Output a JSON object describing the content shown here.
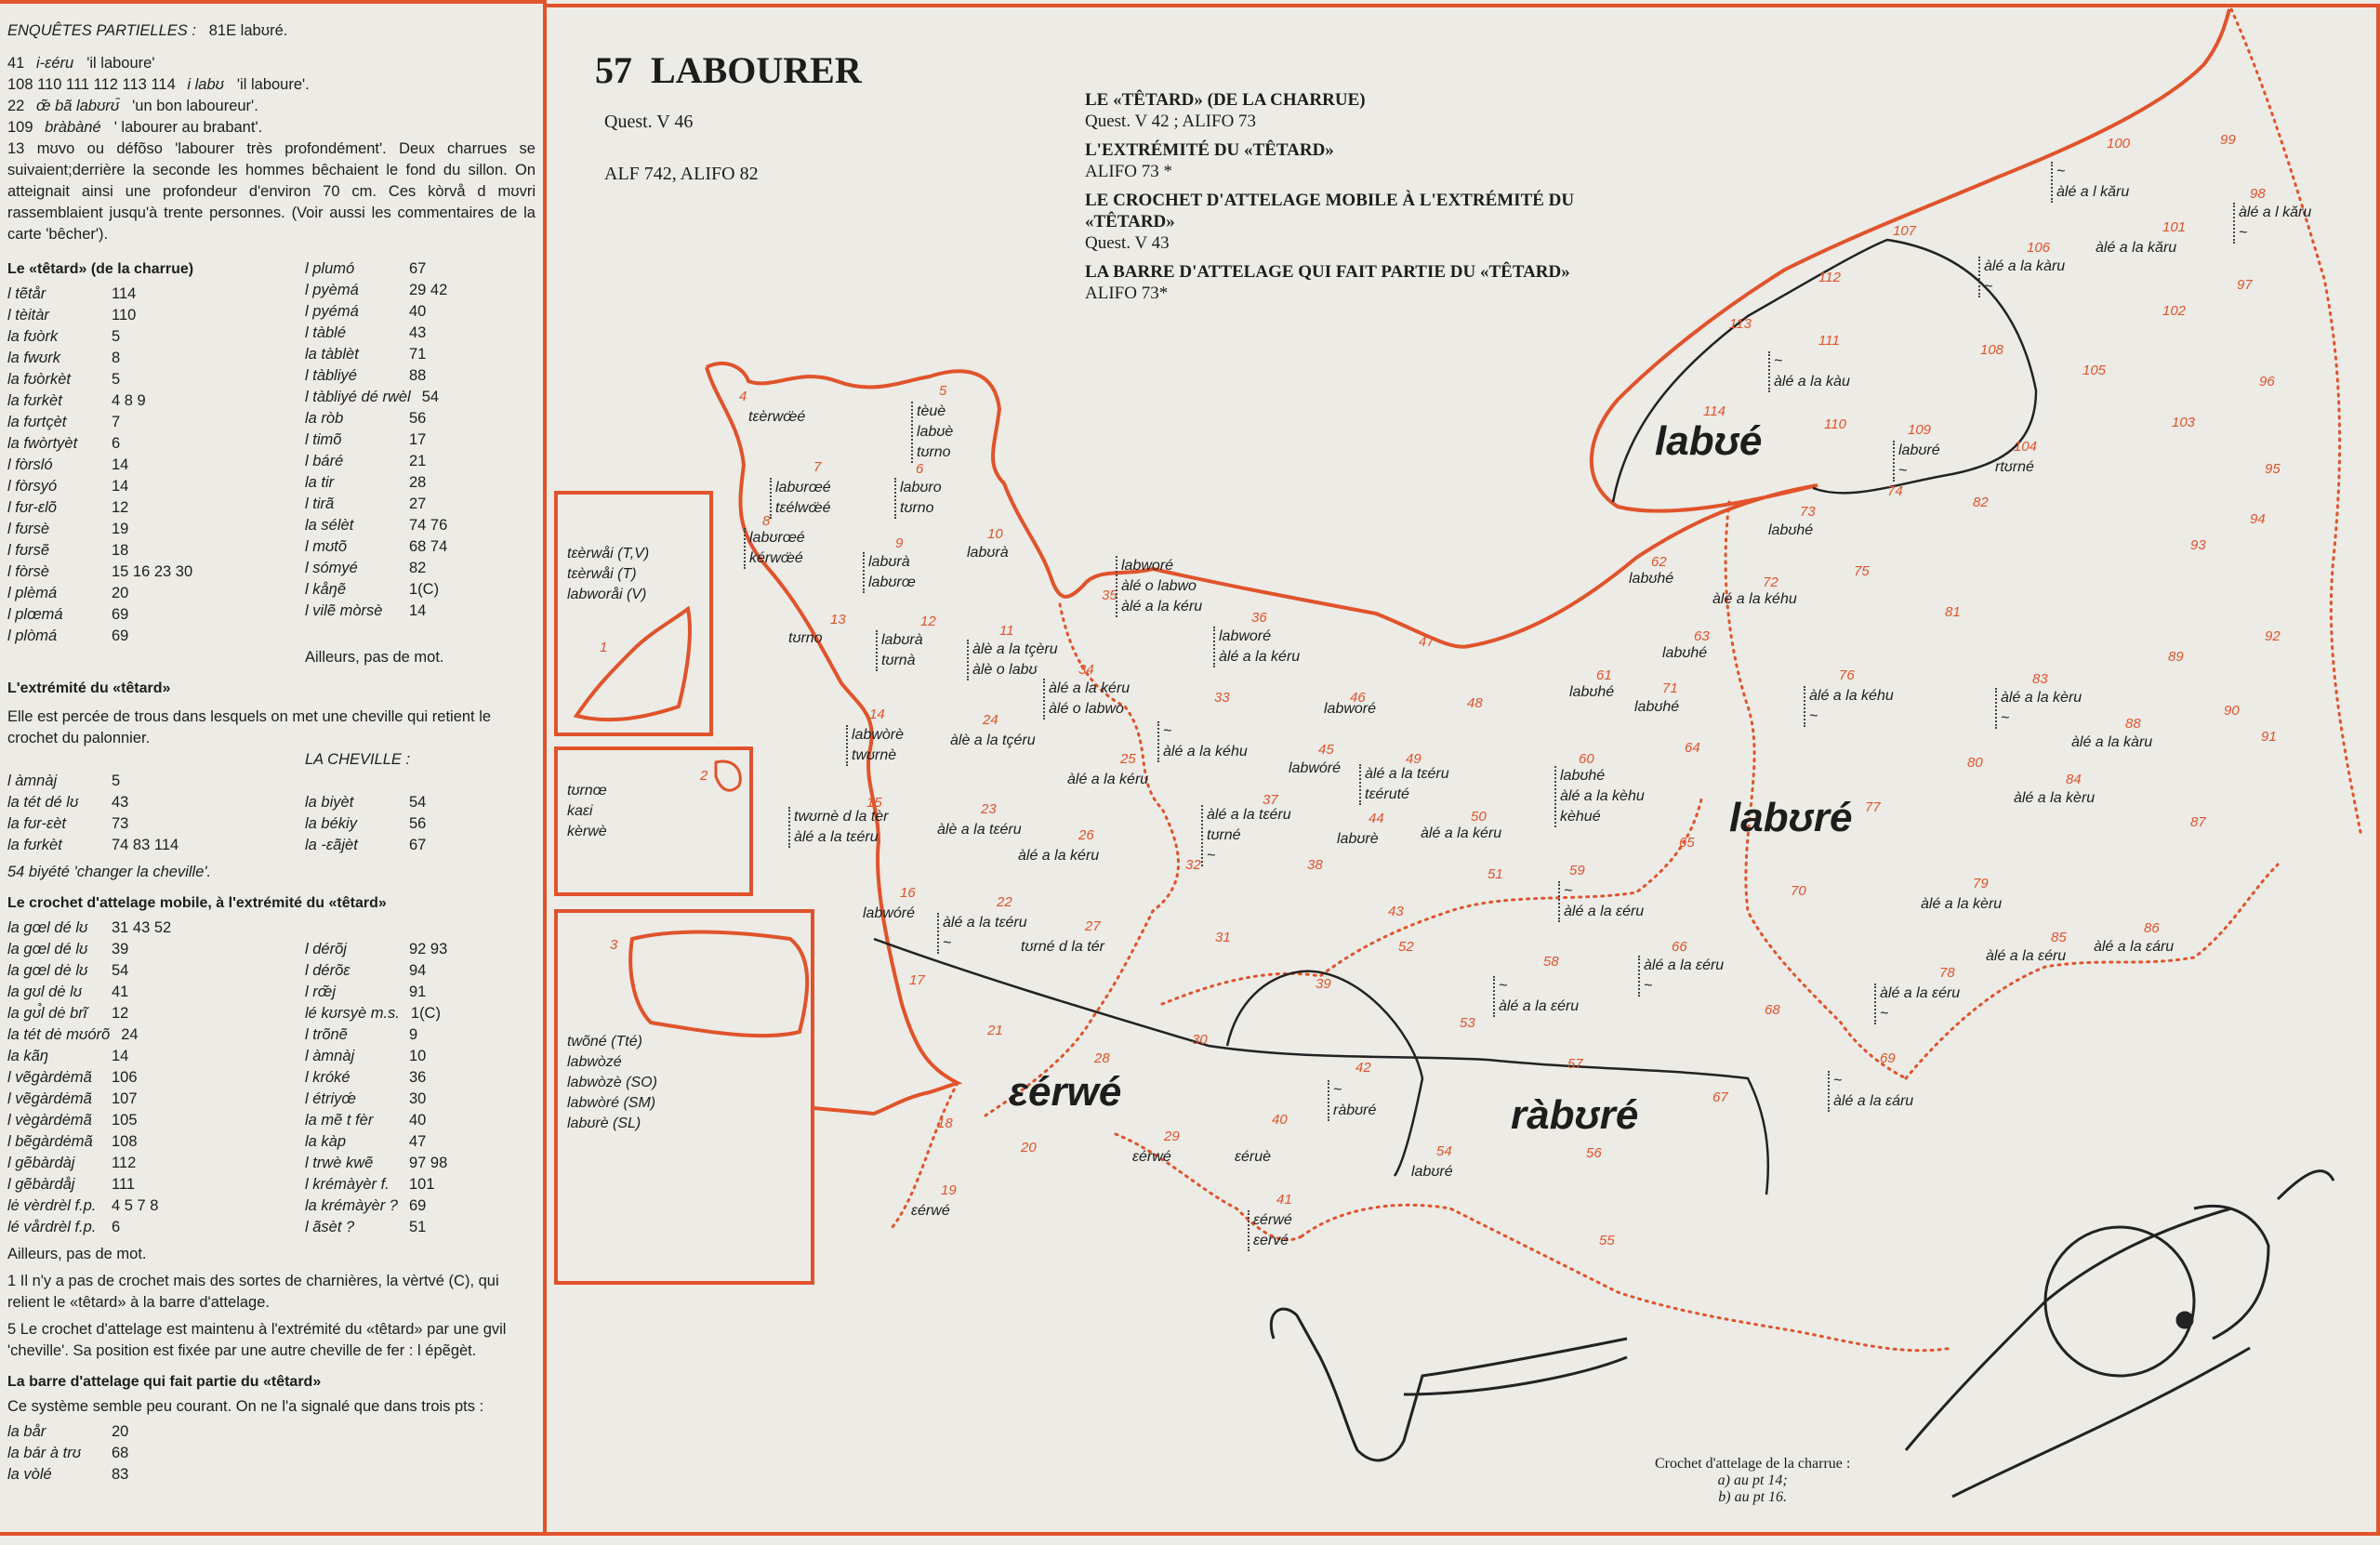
{
  "left": {
    "partial_label": "ENQUÊTES PARTIELLES :",
    "partial_value": "81E labʊré.",
    "notes": [
      {
        "n": "41",
        "form": "i-ɛéru",
        "gloss": "'il laboure'"
      },
      {
        "n": "108 110 111 112 113 114",
        "form": "i labʊ",
        "gloss": "'il laboure'."
      },
      {
        "n": "22",
        "form": "œ̃ bã labʊrʊ̄",
        "gloss": "'un bon laboureur'."
      },
      {
        "n": "109",
        "form": "bràbàné",
        "gloss": "' labourer au brabant'."
      }
    ],
    "para13": "13 mʊvo ou défõso 'labourer très profondément'. Deux charrues se suivaient;derrière la seconde les hommes bêchaient le fond du sillon. On atteignait ainsi une profondeur d'environ 70 cm. Ces kòrvå d mʊvri rassemblaient jusqu'à trente personnes. (Voir aussi les commentaires de la carte 'bêcher').",
    "tetard_heading": "Le «têtard» (de la charrue)",
    "tetard_left": [
      [
        "l tẽtår",
        "114"
      ],
      [
        "l tèitàr",
        "110"
      ],
      [
        "la fʊòrk",
        "5"
      ],
      [
        "la fwʊrk",
        "8"
      ],
      [
        "la fʊòrkèt",
        "5"
      ],
      [
        "la fʊrkèt",
        "4 8 9"
      ],
      [
        "la fʊrtçèt",
        "7"
      ],
      [
        "la fwòrtyèt",
        "6"
      ],
      [
        "l fòrsló",
        "14"
      ],
      [
        "l fòrsyó",
        "14"
      ],
      [
        "l fʊr-ɛlõ",
        "12"
      ],
      [
        "l fʊrsè",
        "19"
      ],
      [
        "l fʊrsẽ",
        "18"
      ],
      [
        "l fòrsè",
        "15 16 23 30"
      ],
      [
        "l plèmá",
        "20"
      ],
      [
        "l plœmá",
        "69"
      ],
      [
        "l plòmá",
        "69"
      ]
    ],
    "tetard_right": [
      [
        "l plumó",
        "67"
      ],
      [
        "l pyèmá",
        "29 42"
      ],
      [
        "l pyémá",
        "40"
      ],
      [
        "l tàblé",
        "43"
      ],
      [
        "la tàblèt",
        "71"
      ],
      [
        "l tàbliyé",
        "88"
      ],
      [
        "l tàbliyé dé rwèl",
        "54"
      ],
      [
        "la ròb",
        "56"
      ],
      [
        "l timõ",
        "17"
      ],
      [
        "l báré",
        "21"
      ],
      [
        "la tir",
        "28"
      ],
      [
        "l tirã",
        "27"
      ],
      [
        "la sélèt",
        "74 76"
      ],
      [
        "l mʊtõ",
        "68 74"
      ],
      [
        "l sómyé",
        "82"
      ],
      [
        "l kåŋẽ",
        "1(C)"
      ],
      [
        "l vilẽ mòrsè",
        "14"
      ]
    ],
    "tetard_else": "Ailleurs, pas de mot.",
    "extremite_heading": "L'extrémité du «têtard»",
    "extremite_text": "Elle est percée de trous dans lesquels on met une cheville qui retient le crochet du palonnier.",
    "cheville_heading": "LA CHEVILLE :",
    "extremite_left": [
      [
        "l àmnàj",
        "5"
      ],
      [
        "la tét dé lʊ",
        "43"
      ],
      [
        "la fʊr-ɛèt",
        "73"
      ],
      [
        "la fʊrkèt",
        "74 83 114"
      ]
    ],
    "cheville_right": [
      [
        "",
        ""
      ],
      [
        "la biyèt",
        "54"
      ],
      [
        "la békiy",
        "56"
      ],
      [
        "la -ɛãjèt",
        "67"
      ]
    ],
    "note54": "54   biyété 'changer la cheville'.",
    "crochet_heading": "Le crochet d'attelage mobile, à l'extrémité du «têtard»",
    "crochet_left": [
      [
        "la gœl dé lʊ",
        "31 43 52"
      ],
      [
        "la gœl dé lʊ",
        "39"
      ],
      [
        "la gœl dė lʊ",
        "54"
      ],
      [
        "la gʊl dė lʊ",
        "41"
      ],
      [
        "la gʊ̊l dė brĩ",
        "12"
      ],
      [
        "la tét dė mʊórõ",
        "24"
      ],
      [
        "la kãŋ",
        "14"
      ],
      [
        "l vẽgàrdėmã",
        "106"
      ],
      [
        "l vẽgàrdėmã",
        "107"
      ],
      [
        "l vègàrdėmã",
        "105"
      ],
      [
        "l bẽgàrdėmã",
        "108"
      ],
      [
        "l gẽbàrdàj",
        "112"
      ],
      [
        "l gẽbàrdåj",
        "111"
      ],
      [
        "lė vèrdrèl f.p.",
        "4 5 7 8"
      ],
      [
        "lé vårdrèl f.p.",
        "6"
      ]
    ],
    "crochet_right": [
      [
        "",
        ""
      ],
      [
        "l dérõj",
        "92 93"
      ],
      [
        "l dérõɛ",
        "94"
      ],
      [
        "l rœ̃j",
        "91"
      ],
      [
        "lé kʊrsyè m.s.",
        "1(C)"
      ],
      [
        "l trõnẽ",
        "9"
      ],
      [
        "l àmnàj",
        "10"
      ],
      [
        "l króké",
        "36"
      ],
      [
        "l étriyœ́",
        "30"
      ],
      [
        "la mẽ t fèr",
        "40"
      ],
      [
        "la kàp",
        "47"
      ],
      [
        "l trwè kwẽ",
        "97 98"
      ],
      [
        "l krémàyèr f.",
        "101"
      ],
      [
        "la krémàyèr ?",
        "69"
      ],
      [
        "l ãsèt ?",
        "51"
      ]
    ],
    "crochet_else": "Ailleurs, pas de mot.",
    "note1": "1 Il n'y a pas de crochet mais des sortes de charnières, la vèrtvé (C), qui relient le «têtard» à la barre d'attelage.",
    "note5": "5 Le crochet d'attelage est maintenu à l'extrémité du «têtard» par une gvil 'cheville'. Sa position est fixée par une autre cheville de fer : l épẽgèt.",
    "barre_heading": "La barre d'attelage qui fait partie du «têtard»",
    "barre_text": "Ce système semble peu courant. On ne l'a signalé que dans trois pts :",
    "barre_list": [
      [
        "la bår",
        "20"
      ],
      [
        "la bár à trʊ",
        "68"
      ],
      [
        "la vòlé",
        "83"
      ]
    ]
  },
  "map": {
    "number": "57",
    "title": "LABOURER",
    "quest": "Quest. V 46",
    "refs": "ALF 742, ALIFO 82",
    "headers": [
      {
        "title": "LE «TÊTARD» (DE LA CHARRUE)",
        "ref": "Quest. V 42 ; ALIFO 73"
      },
      {
        "title": "L'EXTRÉMITÉ DU «TÊTARD»",
        "ref": "ALIFO 73 *"
      },
      {
        "title": "LE CROCHET D'ATTELAGE MOBILE À L'EXTRÉMITÉ DU «TÊTARD»",
        "ref": "Quest. V 43"
      },
      {
        "title": "LA BARRE D'ATTELAGE QUI FAIT PARTIE DU «TÊTARD»",
        "ref": "ALIFO 73*"
      }
    ],
    "areas": [
      "labʊé",
      "labʊré",
      "ɛérwé",
      "ràbʊré"
    ],
    "insets": [
      {
        "n": "1",
        "forms": [
          "tɛèrwåi (T,V)",
          "tɛèrwåi (T)",
          "labworåi (V)"
        ]
      },
      {
        "n": "2",
        "forms": [
          "tʊrnœ",
          "kaɛi",
          "kèrwè"
        ]
      },
      {
        "n": "3",
        "forms": [
          "twõné (Tté)",
          "labwòzé",
          "labwòzè (SO)",
          "labwòré (SM)",
          "labʊrè (SL)"
        ]
      }
    ],
    "points": [
      {
        "n": "4",
        "forms": [
          "tɛèrwœ̈é"
        ]
      },
      {
        "n": "5",
        "forms": [
          "tèuè",
          "labʊè",
          "tʊrno"
        ]
      },
      {
        "n": "6",
        "forms": [
          "labʊro",
          "tʊrno"
        ]
      },
      {
        "n": "7",
        "forms": [
          "labʊrœé",
          "tɛélwœ̈é"
        ]
      },
      {
        "n": "8",
        "forms": [
          "labʊrœé",
          "kérwœ̈é"
        ]
      },
      {
        "n": "9",
        "forms": [
          "labʊrà",
          "labʊrœ"
        ]
      },
      {
        "n": "10",
        "forms": [
          "labʊrà"
        ]
      },
      {
        "n": "11",
        "forms": [
          "àlè a la tçèru",
          "àlè o labʊ"
        ]
      },
      {
        "n": "12",
        "forms": [
          "labʊrà",
          "tʊrnà"
        ]
      },
      {
        "n": "13",
        "forms": [
          "tʊrno"
        ]
      },
      {
        "n": "14",
        "forms": [
          "labwòrè",
          "twʊrnè"
        ]
      },
      {
        "n": "15",
        "forms": [
          "twʊrnè d la tèr",
          "àlé a la tɛéru"
        ]
      },
      {
        "n": "16",
        "forms": [
          "labwóré"
        ]
      },
      {
        "n": "17",
        "forms": []
      },
      {
        "n": "18",
        "forms": []
      },
      {
        "n": "19",
        "forms": [
          "ɛérwé"
        ]
      },
      {
        "n": "20",
        "forms": []
      },
      {
        "n": "21",
        "forms": []
      },
      {
        "n": "22",
        "forms": [
          "àlé a la tɛéru",
          "~"
        ]
      },
      {
        "n": "23",
        "forms": [
          "àlè a la tɛéru"
        ]
      },
      {
        "n": "24",
        "forms": [
          "àlè a la tçéru"
        ]
      },
      {
        "n": "25",
        "forms": [
          "àlé a la kéru"
        ]
      },
      {
        "n": "26",
        "forms": [
          "àlé a la kéru"
        ]
      },
      {
        "n": "27",
        "forms": [
          "tʊrné d la tér"
        ]
      },
      {
        "n": "28",
        "forms": []
      },
      {
        "n": "29",
        "forms": [
          "ɛérwé"
        ]
      },
      {
        "n": "30",
        "forms": []
      },
      {
        "n": "31",
        "forms": []
      },
      {
        "n": "32",
        "forms": []
      },
      {
        "n": "33",
        "forms": [
          "~",
          "àlé a la kéhu"
        ]
      },
      {
        "n": "34",
        "forms": [
          "àlé a la kéru",
          "àlé o labwo"
        ]
      },
      {
        "n": "35",
        "forms": [
          "labworé",
          "àlé o labwo",
          "àlé a la kéru"
        ]
      },
      {
        "n": "36",
        "forms": [
          "labworé",
          "àlé a la kéru"
        ]
      },
      {
        "n": "37",
        "forms": [
          "àlé a la tɛéru",
          "tʊrné",
          "~"
        ]
      },
      {
        "n": "38",
        "forms": []
      },
      {
        "n": "39",
        "forms": []
      },
      {
        "n": "40",
        "forms": [
          "ɛéruè"
        ]
      },
      {
        "n": "41",
        "forms": [
          "ɛérwé",
          "ɛervé"
        ]
      },
      {
        "n": "42",
        "forms": [
          "~",
          "ràbʊré"
        ]
      },
      {
        "n": "43",
        "forms": []
      },
      {
        "n": "44",
        "forms": [
          "labʊrè"
        ]
      },
      {
        "n": "45",
        "forms": [
          "labwóré"
        ]
      },
      {
        "n": "46",
        "forms": [
          "labworé"
        ]
      },
      {
        "n": "47",
        "forms": []
      },
      {
        "n": "48",
        "forms": []
      },
      {
        "n": "49",
        "forms": [
          "àlé a la tɛéru",
          "tɛéruté"
        ]
      },
      {
        "n": "50",
        "forms": [
          "àlé a la kéru"
        ]
      },
      {
        "n": "51",
        "forms": []
      },
      {
        "n": "52",
        "forms": []
      },
      {
        "n": "53",
        "forms": []
      },
      {
        "n": "54",
        "forms": [
          "labʊré"
        ]
      },
      {
        "n": "55",
        "forms": []
      },
      {
        "n": "56",
        "forms": []
      },
      {
        "n": "57",
        "forms": []
      },
      {
        "n": "58",
        "forms": [
          "~",
          "àlé a la ɛéru"
        ]
      },
      {
        "n": "59",
        "forms": [
          "~",
          "àlé a la ɛéru"
        ]
      },
      {
        "n": "60",
        "forms": [
          "labʊhé",
          "àlé a la kèhu",
          "kèhué"
        ]
      },
      {
        "n": "61",
        "forms": [
          "labʊhé"
        ]
      },
      {
        "n": "62",
        "forms": [
          "labʊhé"
        ]
      },
      {
        "n": "63",
        "forms": [
          "labʊhé"
        ]
      },
      {
        "n": "64",
        "forms": []
      },
      {
        "n": "65",
        "forms": []
      },
      {
        "n": "66",
        "forms": [
          "àlé a la ɛéru",
          "~"
        ]
      },
      {
        "n": "67",
        "forms": []
      },
      {
        "n": "68",
        "forms": []
      },
      {
        "n": "69",
        "forms": [
          "~",
          "àlé a la ɛáru"
        ]
      },
      {
        "n": "70",
        "forms": []
      },
      {
        "n": "71",
        "forms": [
          "labʊhé"
        ]
      },
      {
        "n": "72",
        "forms": [
          "àlé a la kéhu"
        ]
      },
      {
        "n": "73",
        "forms": [
          "labʊhé"
        ]
      },
      {
        "n": "74",
        "forms": []
      },
      {
        "n": "75",
        "forms": []
      },
      {
        "n": "76",
        "forms": [
          "àlé a la kéhu",
          "~"
        ]
      },
      {
        "n": "77",
        "forms": []
      },
      {
        "n": "78",
        "forms": [
          "àlé a la ɛéru",
          "~"
        ]
      },
      {
        "n": "79",
        "forms": [
          "àlé a la kèru"
        ]
      },
      {
        "n": "80",
        "forms": []
      },
      {
        "n": "81",
        "forms": []
      },
      {
        "n": "82",
        "forms": []
      },
      {
        "n": "83",
        "forms": [
          "àlé a la kèru",
          "~"
        ]
      },
      {
        "n": "84",
        "forms": [
          "àlé a la kèru"
        ]
      },
      {
        "n": "85",
        "forms": [
          "àlé a la ɛéru"
        ]
      },
      {
        "n": "86",
        "forms": [
          "àlé a la ɛáru"
        ]
      },
      {
        "n": "87",
        "forms": []
      },
      {
        "n": "88",
        "forms": [
          "àlé a la kàru"
        ]
      },
      {
        "n": "89",
        "forms": []
      },
      {
        "n": "90",
        "forms": []
      },
      {
        "n": "91",
        "forms": []
      },
      {
        "n": "92",
        "forms": []
      },
      {
        "n": "93",
        "forms": []
      },
      {
        "n": "94",
        "forms": []
      },
      {
        "n": "95",
        "forms": []
      },
      {
        "n": "96",
        "forms": []
      },
      {
        "n": "97",
        "forms": []
      },
      {
        "n": "98",
        "forms": [
          "àlé a l kăru",
          "~"
        ]
      },
      {
        "n": "99",
        "forms": []
      },
      {
        "n": "100",
        "forms": [
          "~",
          "àlé a l kăru"
        ]
      },
      {
        "n": "101",
        "forms": [
          "àlé a la kăru"
        ]
      },
      {
        "n": "102",
        "forms": []
      },
      {
        "n": "103",
        "forms": []
      },
      {
        "n": "104",
        "forms": [
          "rtʊrné"
        ]
      },
      {
        "n": "105",
        "forms": []
      },
      {
        "n": "106",
        "forms": [
          "àlé a la kàru",
          "~"
        ]
      },
      {
        "n": "107",
        "forms": []
      },
      {
        "n": "108",
        "forms": []
      },
      {
        "n": "109",
        "forms": [
          "labʊré",
          "~"
        ]
      },
      {
        "n": "110",
        "forms": []
      },
      {
        "n": "111",
        "forms": [
          "~",
          "àlé a la kàu"
        ]
      },
      {
        "n": "112",
        "forms": []
      },
      {
        "n": "113",
        "forms": []
      },
      {
        "n": "114",
        "forms": []
      }
    ],
    "caption": {
      "title": "Crochet d'attelage de la charrue :",
      "a": "a) au pt 14;",
      "b": "b) au pt 16."
    },
    "colors": {
      "accent": "#e0532b",
      "text": "#1d1d1d",
      "paper": "#ecebe6"
    }
  }
}
